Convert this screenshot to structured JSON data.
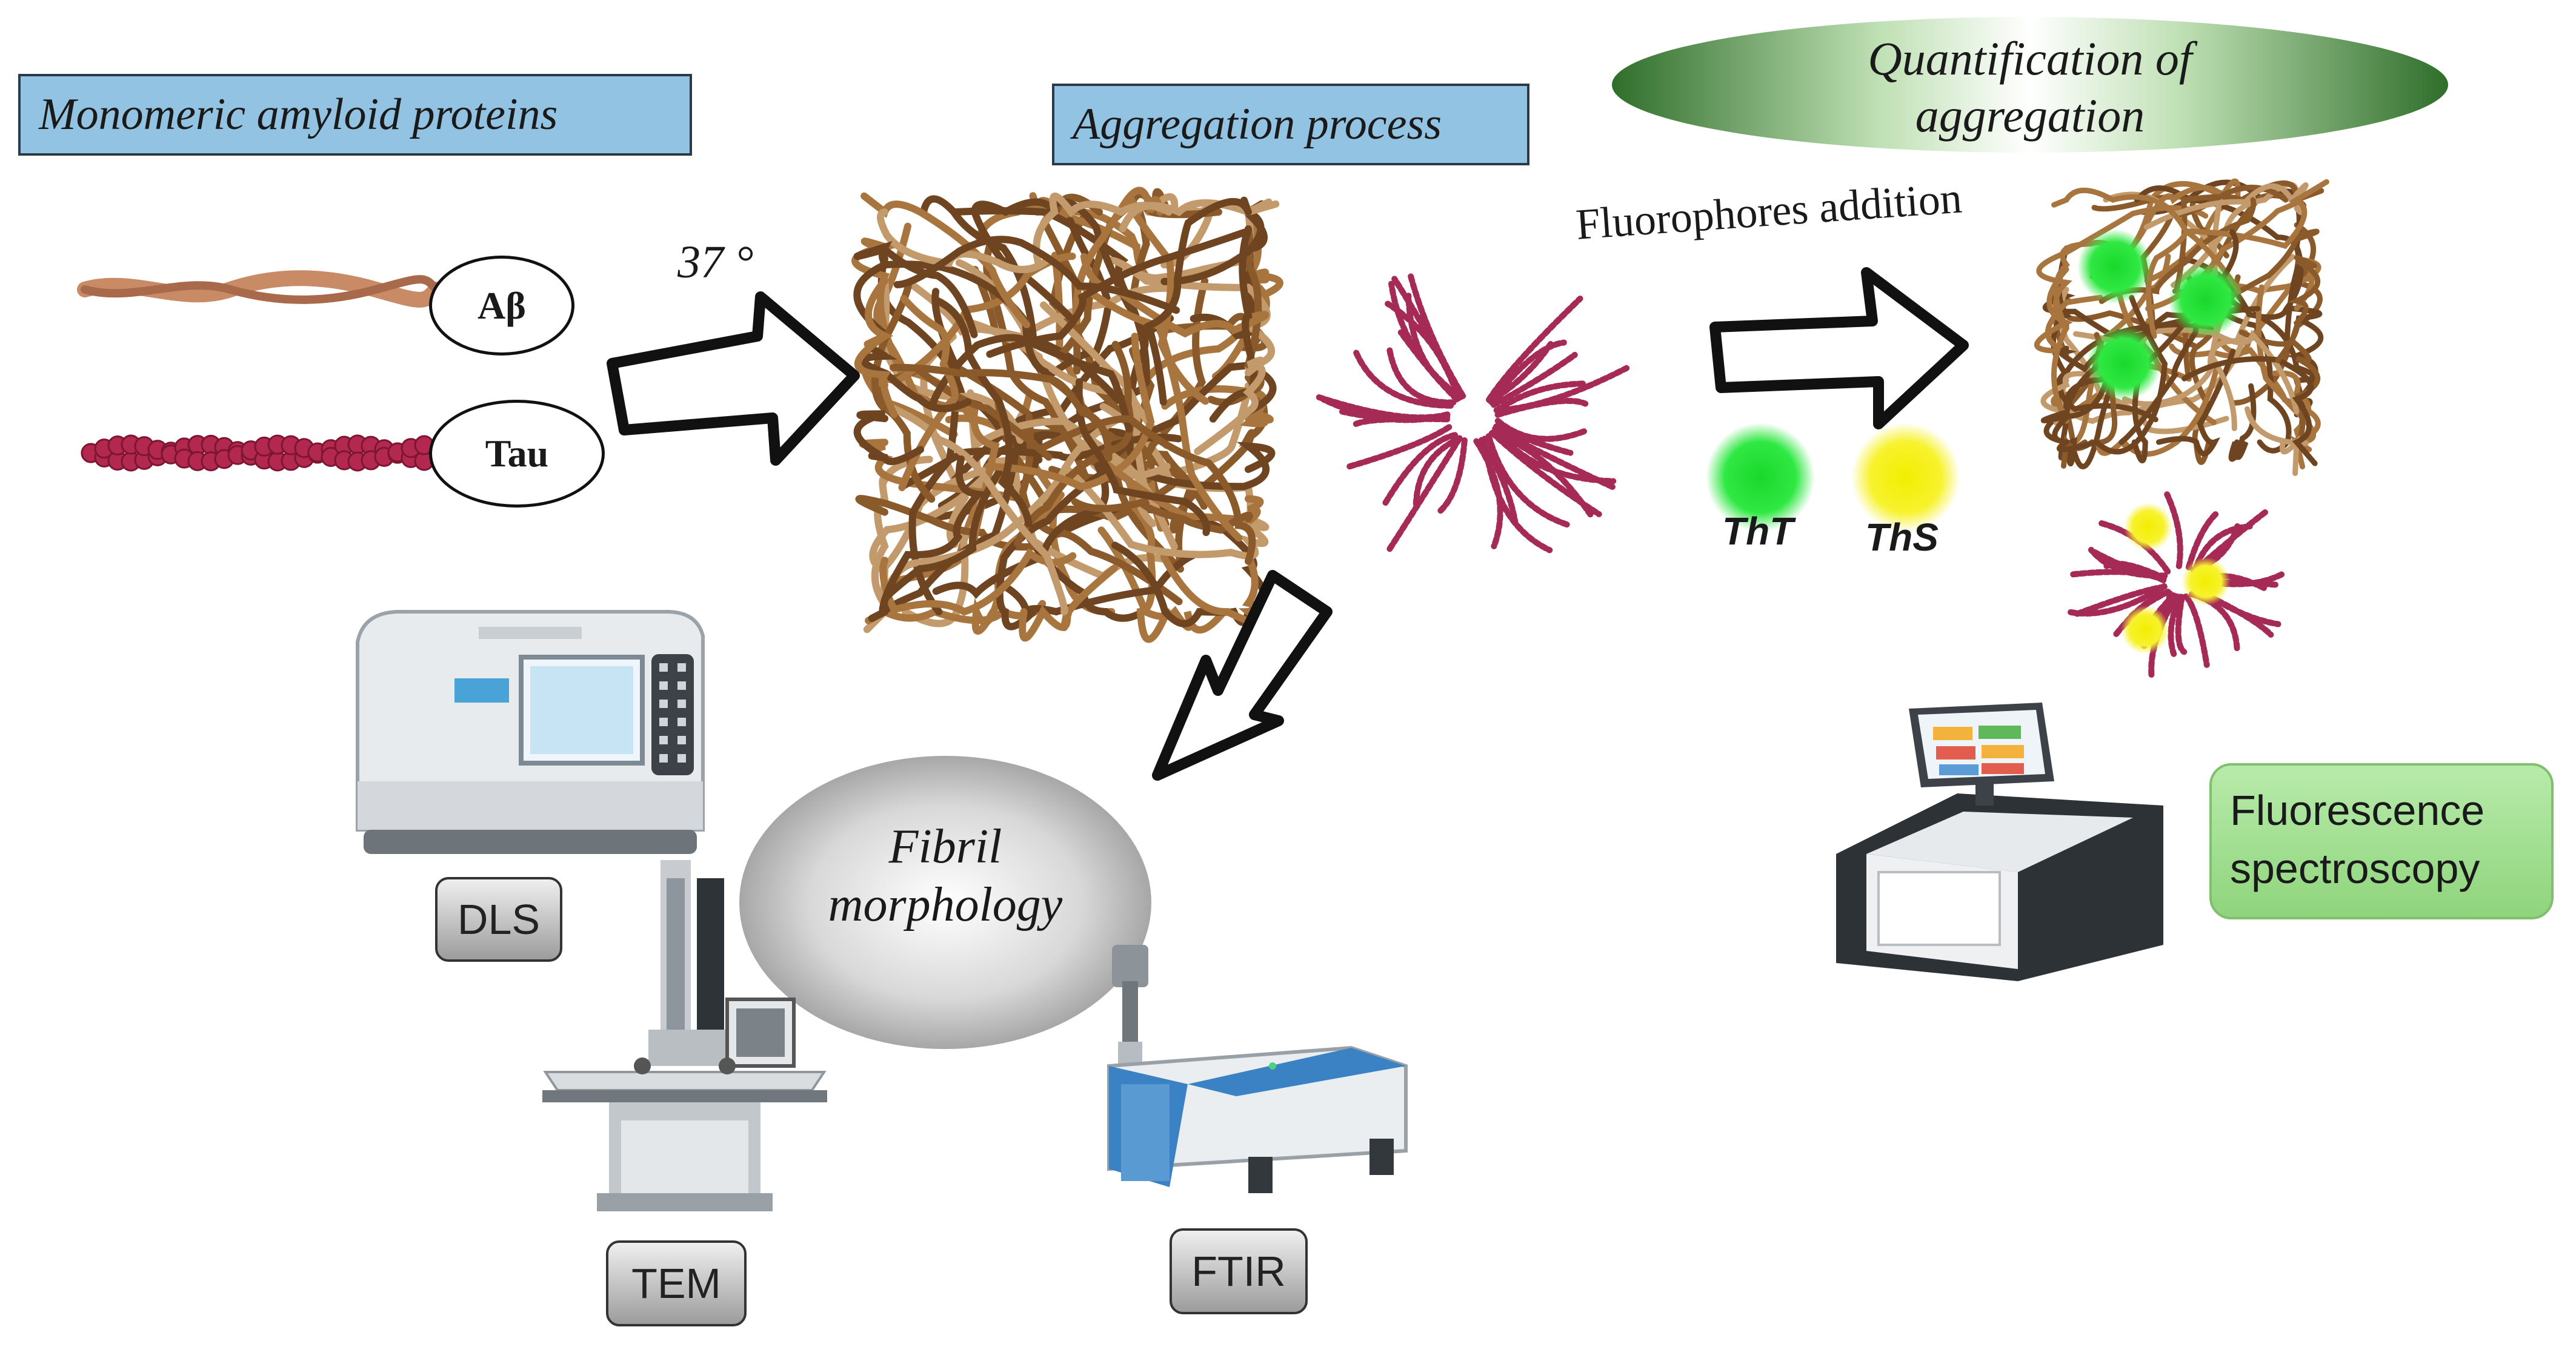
{
  "inputs": {
    "title": "Monomeric amyloid proteins",
    "abeta_label": "Aβ",
    "tau_label": "Tau",
    "temperature": "37 °"
  },
  "aggregation": {
    "title": "Aggregation process"
  },
  "quantification": {
    "title_line1": "Quantification of",
    "title_line2": "aggregation",
    "fluorophores_label": "Fluorophores addition",
    "dye1": "ThT",
    "dye2": "ThS",
    "instrument_line1": "Fluorescence",
    "instrument_line2": "spectroscopy"
  },
  "morphology": {
    "title_line1": "Fibril",
    "title_line2": "morphology",
    "instrument_dls": "DLS",
    "instrument_tem": "TEM",
    "instrument_ftir": "FTIR"
  },
  "colors": {
    "label_blue": "#93c3e2",
    "abeta_fibril": "#8b5a2b",
    "tau_fibril": "#a52a56",
    "tht_green": "#22e03a",
    "ths_yellow": "#f4f000",
    "fluorescence_box": "#9fdc8f",
    "instrument_blue": "#3b82c4"
  }
}
